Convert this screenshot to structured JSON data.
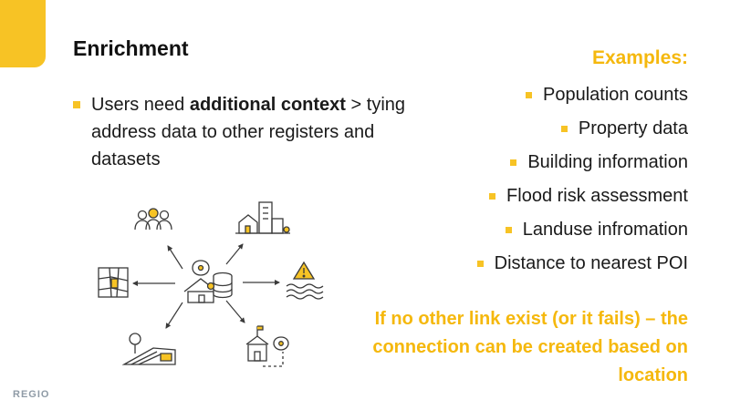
{
  "slide": {
    "title": "Enrichment",
    "bullet": {
      "prefix": "Users need ",
      "bold": "additional context",
      "suffix": " > tying address data to other registers and datasets"
    },
    "examples_title": "Examples:",
    "examples": [
      "Population counts",
      "Property data",
      "Building information",
      "Flood risk assessment",
      "Landuse infromation",
      "Distance to nearest POI"
    ],
    "note": "If no other link exist (or it fails) – the connection can be created based on location",
    "logo": "REGIO"
  },
  "colors": {
    "accent": "#f7c325",
    "accent_text": "#f5b80d",
    "text": "#1a1a1a",
    "icon_stroke": "#3a3a3a"
  },
  "diagram": {
    "icons": [
      "house-location-database-icon",
      "people-icon",
      "buildings-icon",
      "flood-warning-icon",
      "school-location-icon",
      "landuse-icon",
      "map-grid-icon"
    ]
  }
}
